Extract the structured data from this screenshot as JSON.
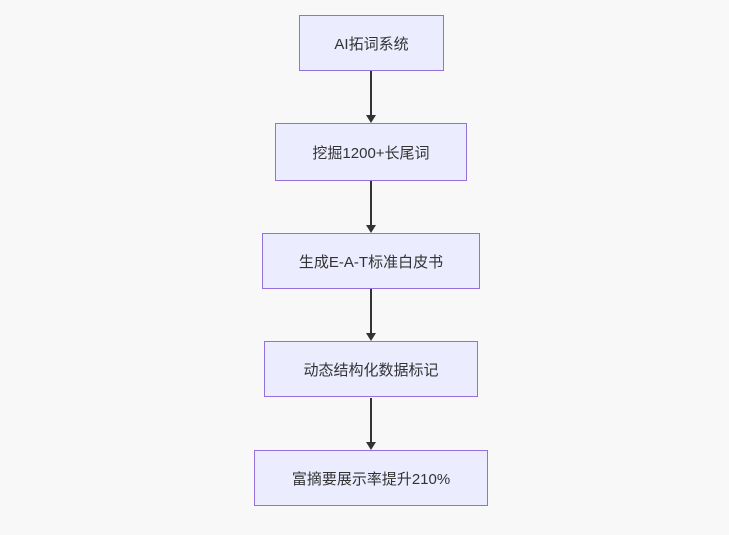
{
  "page": {
    "background": "#f8f8f8"
  },
  "diagram": {
    "type": "flowchart",
    "direction": "top-to-bottom",
    "style": {
      "node_fill": "#ECECFF",
      "node_border": "#9370DB",
      "node_text_color": "#333333",
      "arrow_color": "#333333"
    },
    "nodes": [
      {
        "label": "AI拓词系统"
      },
      {
        "label": "挖掘1200+长尾词"
      },
      {
        "label": "生成E-A-T标准白皮书"
      },
      {
        "label": "动态结构化数据标记"
      },
      {
        "label": "富摘要展示率提升210%"
      }
    ],
    "edges": [
      {
        "from": 0,
        "to": 1,
        "arrow": "down"
      },
      {
        "from": 1,
        "to": 2,
        "arrow": "down"
      },
      {
        "from": 2,
        "to": 3,
        "arrow": "down"
      },
      {
        "from": 3,
        "to": 4,
        "arrow": "down"
      }
    ]
  }
}
